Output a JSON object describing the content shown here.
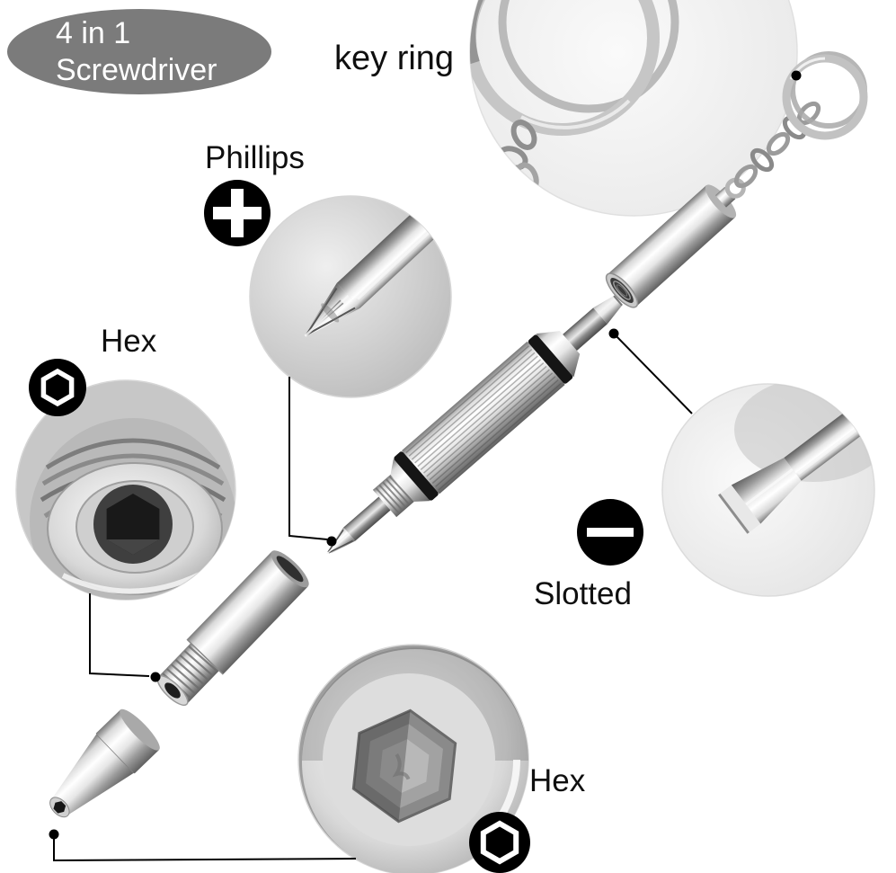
{
  "badge": {
    "line1": "4 in 1",
    "line2": "Screwdriver"
  },
  "callouts": {
    "key_ring": {
      "label": "key ring"
    },
    "phillips": {
      "label": "Phillips",
      "icon_name": "phillips-cross-icon"
    },
    "hex_upper": {
      "label": "Hex",
      "icon_name": "hex-socket-icon"
    },
    "slotted": {
      "label": "Slotted",
      "icon_name": "slotted-flat-icon"
    },
    "hex_lower": {
      "label": "Hex",
      "icon_name": "hex-socket-icon"
    }
  },
  "colors": {
    "page_background": "#ffffff",
    "badge_background": "#7b7b7b",
    "badge_text": "#ffffff",
    "label_text": "#0f0f0f",
    "callout_icon_background": "#000000",
    "callout_icon_glyph": "#ffffff",
    "leader_line": "#000000",
    "metal_highlight": "#ffffff",
    "metal_midtone": "#c0c0c0",
    "metal_shadow": "#5f5f5f"
  }
}
